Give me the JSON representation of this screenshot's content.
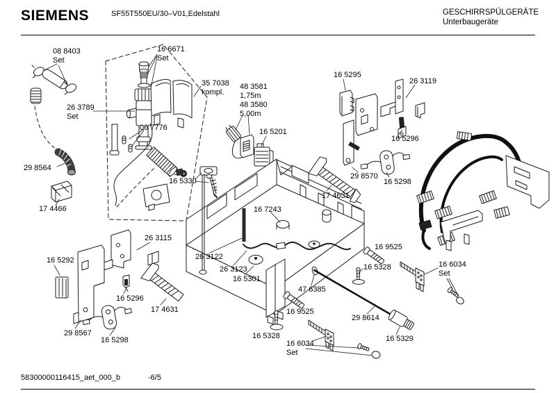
{
  "header": {
    "brand": "SIEMENS",
    "model": "SF55T550EU/30–V01,Edelstahl",
    "category": "GESCHIRRSPÜLGERÄTE",
    "subcategory": "Unterbaugeräte"
  },
  "footer": {
    "document_id": "58300000116415_aet_000_b",
    "page": "-6/5"
  },
  "parts": [
    {
      "number": "08 8403",
      "suffix": "Set"
    },
    {
      "number": "16 6671",
      "suffix": "Set"
    },
    {
      "number": "35 7038",
      "suffix": "kompl."
    },
    {
      "number": "48 3581",
      "suffix": "1,75m"
    },
    {
      "number": "48 3580",
      "suffix": "5,00m"
    },
    {
      "number": "16 5295"
    },
    {
      "number": "26 3119"
    },
    {
      "number": "26 3789",
      "suffix": "Set"
    },
    {
      "number": "06 7776"
    },
    {
      "number": "16 5201"
    },
    {
      "number": "16 5296"
    },
    {
      "number": "29 8564"
    },
    {
      "number": "16 5330"
    },
    {
      "number": "29 8570"
    },
    {
      "number": "16 5298"
    },
    {
      "number": "17 4631"
    },
    {
      "number": "17 4466"
    },
    {
      "number": "16 7243"
    },
    {
      "number": "26 3115"
    },
    {
      "number": "16 5292"
    },
    {
      "number": "26 3122"
    },
    {
      "number": "26 3123"
    },
    {
      "number": "16 5301"
    },
    {
      "number": "16 9525"
    },
    {
      "number": "16 5328"
    },
    {
      "number": "16 6034",
      "suffix": "Set"
    },
    {
      "number": "47 6385"
    },
    {
      "number": "16 9525"
    },
    {
      "number": "29 8614"
    },
    {
      "number": "16 5296"
    },
    {
      "number": "17 4631"
    },
    {
      "number": "16 5328"
    },
    {
      "number": "29 8567"
    },
    {
      "number": "16 5298"
    },
    {
      "number": "16 6034",
      "suffix": "Set"
    },
    {
      "number": "16 5329"
    }
  ]
}
